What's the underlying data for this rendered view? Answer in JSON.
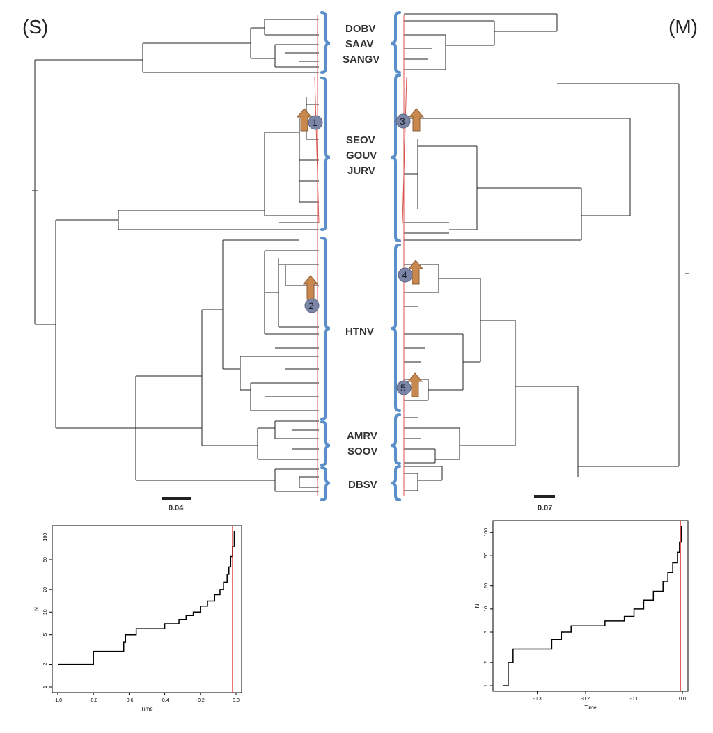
{
  "panels": {
    "left_label": "(S)",
    "right_label": "(M)"
  },
  "clades": [
    {
      "lines": [
        "DOBV",
        "SAAV",
        "SANGV"
      ]
    },
    {
      "lines": [
        "SEOV",
        "GOUV",
        "JURV"
      ]
    },
    {
      "lines": [
        "HTNV"
      ]
    },
    {
      "lines": [
        "AMRV",
        "SOOV"
      ]
    },
    {
      "lines": [
        "DBSV"
      ]
    }
  ],
  "markers": [
    "1",
    "2",
    "3",
    "4",
    "5"
  ],
  "scale_bars": {
    "left": "0.04",
    "right": "0.07"
  },
  "colors": {
    "bracket": "#5b8fc9",
    "tip": "#d9534f",
    "marker": "#7b86a7",
    "arrow": "#c8884e",
    "ltt_reference_line": "#e02020"
  },
  "chart_data": [
    {
      "type": "line",
      "panel": "S",
      "xlabel": "Time",
      "ylabel": "N",
      "log_y": true,
      "xlim": [
        -1.0,
        0.0
      ],
      "ylim": [
        1,
        120
      ],
      "x_ticks": [
        "-1.0",
        "-0.8",
        "-0.6",
        "-0.4",
        "-0.2",
        "0.0"
      ],
      "y_ticks": [
        "1",
        "2",
        "5",
        "10",
        "20",
        "50",
        "100"
      ],
      "reference_x": -0.02,
      "x": [
        -1.0,
        -0.8,
        -0.63,
        -0.62,
        -0.56,
        -0.4,
        -0.32,
        -0.28,
        -0.24,
        -0.2,
        -0.16,
        -0.12,
        -0.09,
        -0.07,
        -0.05,
        -0.04,
        -0.03,
        -0.02,
        -0.01
      ],
      "y": [
        2,
        3,
        4,
        5,
        6,
        7,
        8,
        9,
        10,
        12,
        14,
        17,
        20,
        25,
        32,
        40,
        55,
        75,
        120
      ]
    },
    {
      "type": "line",
      "panel": "M",
      "xlabel": "Time",
      "ylabel": "N",
      "log_y": true,
      "xlim": [
        -0.38,
        0.0
      ],
      "ylim": [
        1,
        120
      ],
      "x_ticks": [
        "-0.3",
        "-0.2",
        "-0.1",
        "0.0"
      ],
      "y_ticks": [
        "1",
        "2",
        "5",
        "10",
        "20",
        "50",
        "100"
      ],
      "reference_x": -0.004,
      "x": [
        -0.37,
        -0.36,
        -0.35,
        -0.28,
        -0.27,
        -0.25,
        -0.24,
        -0.23,
        -0.16,
        -0.12,
        -0.1,
        -0.08,
        -0.06,
        -0.04,
        -0.03,
        -0.02,
        -0.01,
        -0.006,
        -0.002
      ],
      "y": [
        1,
        2,
        3,
        3,
        4,
        5,
        5,
        6,
        7,
        8,
        10,
        13,
        17,
        23,
        30,
        40,
        55,
        75,
        120
      ]
    }
  ]
}
